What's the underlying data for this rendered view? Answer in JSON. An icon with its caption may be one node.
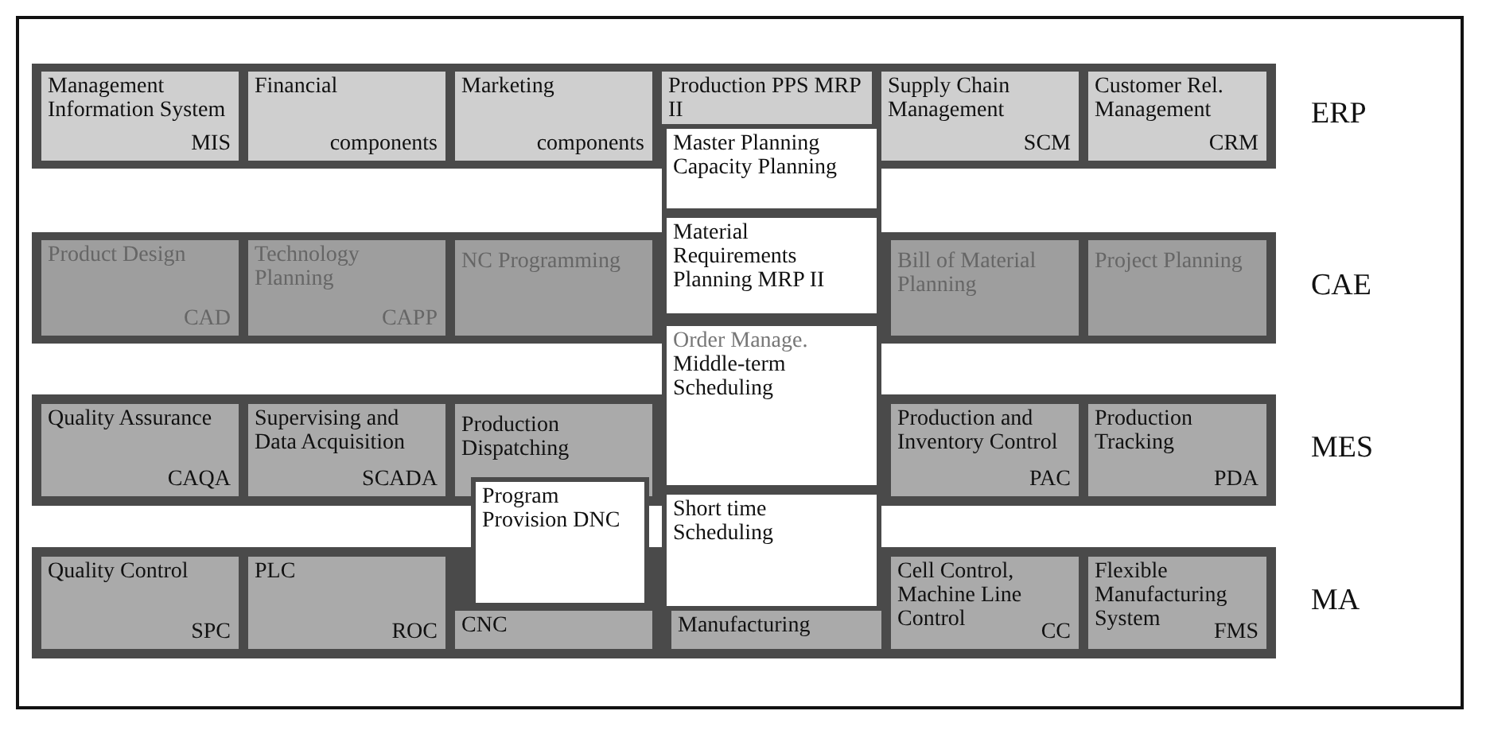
{
  "diagram": {
    "nodes": [
      {
        "text": [
          "ERP"
        ]
      },
      {
        "text": [
          "Management Information System",
          "MIS"
        ],
        "in": 0
      },
      {
        "text": [
          "Financial",
          "components"
        ],
        "in": 0
      },
      {
        "text": [
          "Marketing",
          "components"
        ],
        "in": 0
      },
      {
        "text": [
          "Production PPS MRP II"
        ],
        "in": 0
      },
      {
        "text": [
          "Supply Chain Management",
          "SCM"
        ],
        "in": 0
      },
      {
        "text": [
          "Customer Rel. Management",
          "CRM"
        ],
        "in": 0
      },
      {
        "text": [
          "Master Planning Capacity Planning"
        ]
      },
      {
        "text": [
          "CAE"
        ]
      },
      {
        "text": [
          "Product Design",
          "CAD"
        ],
        "in": 8
      },
      {
        "text": [
          "Technology Planning",
          "CAPP"
        ],
        "in": 8
      },
      {
        "text": [
          "NC Programming"
        ],
        "in": 8
      },
      {
        "text": [
          "Material Requirements Planning MRP II"
        ]
      },
      {
        "text": [
          "Bill of Material Planning"
        ],
        "in": 8
      },
      {
        "text": [
          "Project Planning"
        ],
        "in": 8
      },
      {
        "text": [
          "MES"
        ]
      },
      {
        "text": [
          "Quality Assurance",
          "CAQA"
        ],
        "in": 15
      },
      {
        "text": [
          "Supervising and Data Acquisition",
          "SCADA"
        ],
        "in": 15
      },
      {
        "text": [
          "Production Dispatching"
        ],
        "in": 15
      },
      {
        "text": [
          "Order Manage.",
          "Middle-term Scheduling"
        ]
      },
      {
        "text": [
          "Production and Inventory Control",
          "PAC"
        ],
        "in": 15
      },
      {
        "text": [
          "Production Tracking",
          "PDA"
        ],
        "in": 15
      },
      {
        "text": [
          "Program Provision DNC"
        ]
      },
      {
        "text": [
          "Short time Scheduling"
        ]
      },
      {
        "text": [
          "MA"
        ]
      },
      {
        "text": [
          "Quality Control",
          "SPC"
        ],
        "in": 24
      },
      {
        "text": [
          "PLC",
          "ROC"
        ],
        "in": 24
      },
      {
        "text": [
          "CNC"
        ],
        "in": 24
      },
      {
        "text": [
          "Manufacturing"
        ],
        "in": 24
      },
      {
        "text": [
          "Cell Control, Machine Line Control",
          "CC"
        ],
        "in": 24
      },
      {
        "text": [
          "Flexible Manufacturing System",
          "FMS"
        ],
        "in": 24
      }
    ]
  }
}
